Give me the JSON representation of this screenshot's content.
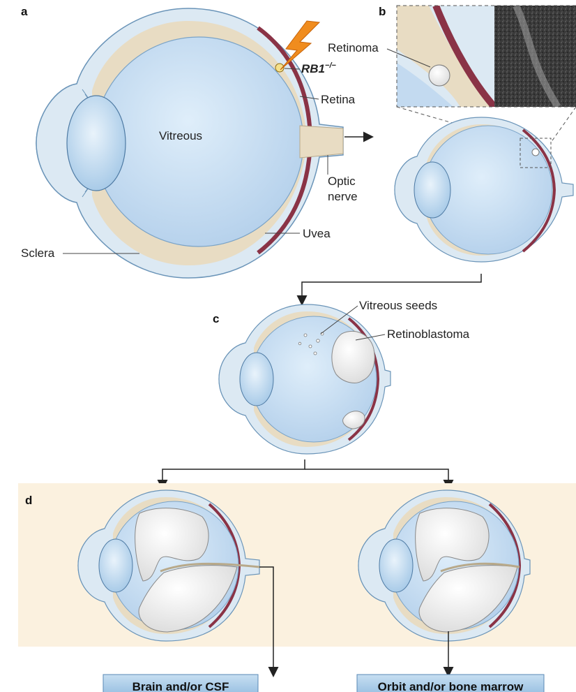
{
  "panels": {
    "a": "a",
    "b": "b",
    "c": "c",
    "d": "d"
  },
  "labels": {
    "vitreous": "Vitreous",
    "rb1_gene": "RB1",
    "rb1_superscript": "−/−",
    "retina": "Retina",
    "optic_nerve_line1": "Optic",
    "optic_nerve_line2": "nerve",
    "uvea": "Uvea",
    "sclera": "Sclera",
    "retinoma": "Retinoma",
    "vitreous_seeds": "Vitreous seeds",
    "retinoblastoma": "Retinoblastoma"
  },
  "outcomes": {
    "left": "Brain and/or CSF",
    "right": "Orbit and/or bone marrow"
  },
  "colors": {
    "sclera": "#dce9f3",
    "vitreous": "#c3daf0",
    "retina": "#8a3346",
    "uvea": "#e8dcc3",
    "tumour": "#eeeeee",
    "panel_d_bg": "#fbf1df",
    "outcome_box": "#9fc4e4",
    "lightning": "#f08c1e"
  }
}
